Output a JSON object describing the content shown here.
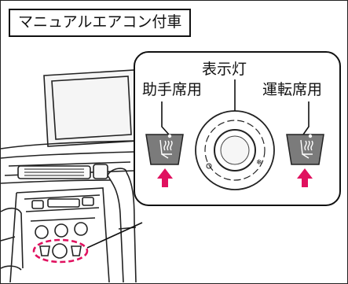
{
  "title": "マニュアルエアコン付車",
  "labels": {
    "indicator": "表示灯",
    "passenger_seat": "助手席用",
    "driver_seat": "運転席用"
  },
  "colors": {
    "arrow": "#e0115f",
    "highlight_dash": "#e0115f",
    "line": "#222222",
    "callout_border": "#111111",
    "button_fill": "#777777",
    "dash_fill": "#f2f2f2"
  },
  "icons": {
    "seat_heater": "seat-heater-icon",
    "arrow": "arrow-up-icon"
  }
}
